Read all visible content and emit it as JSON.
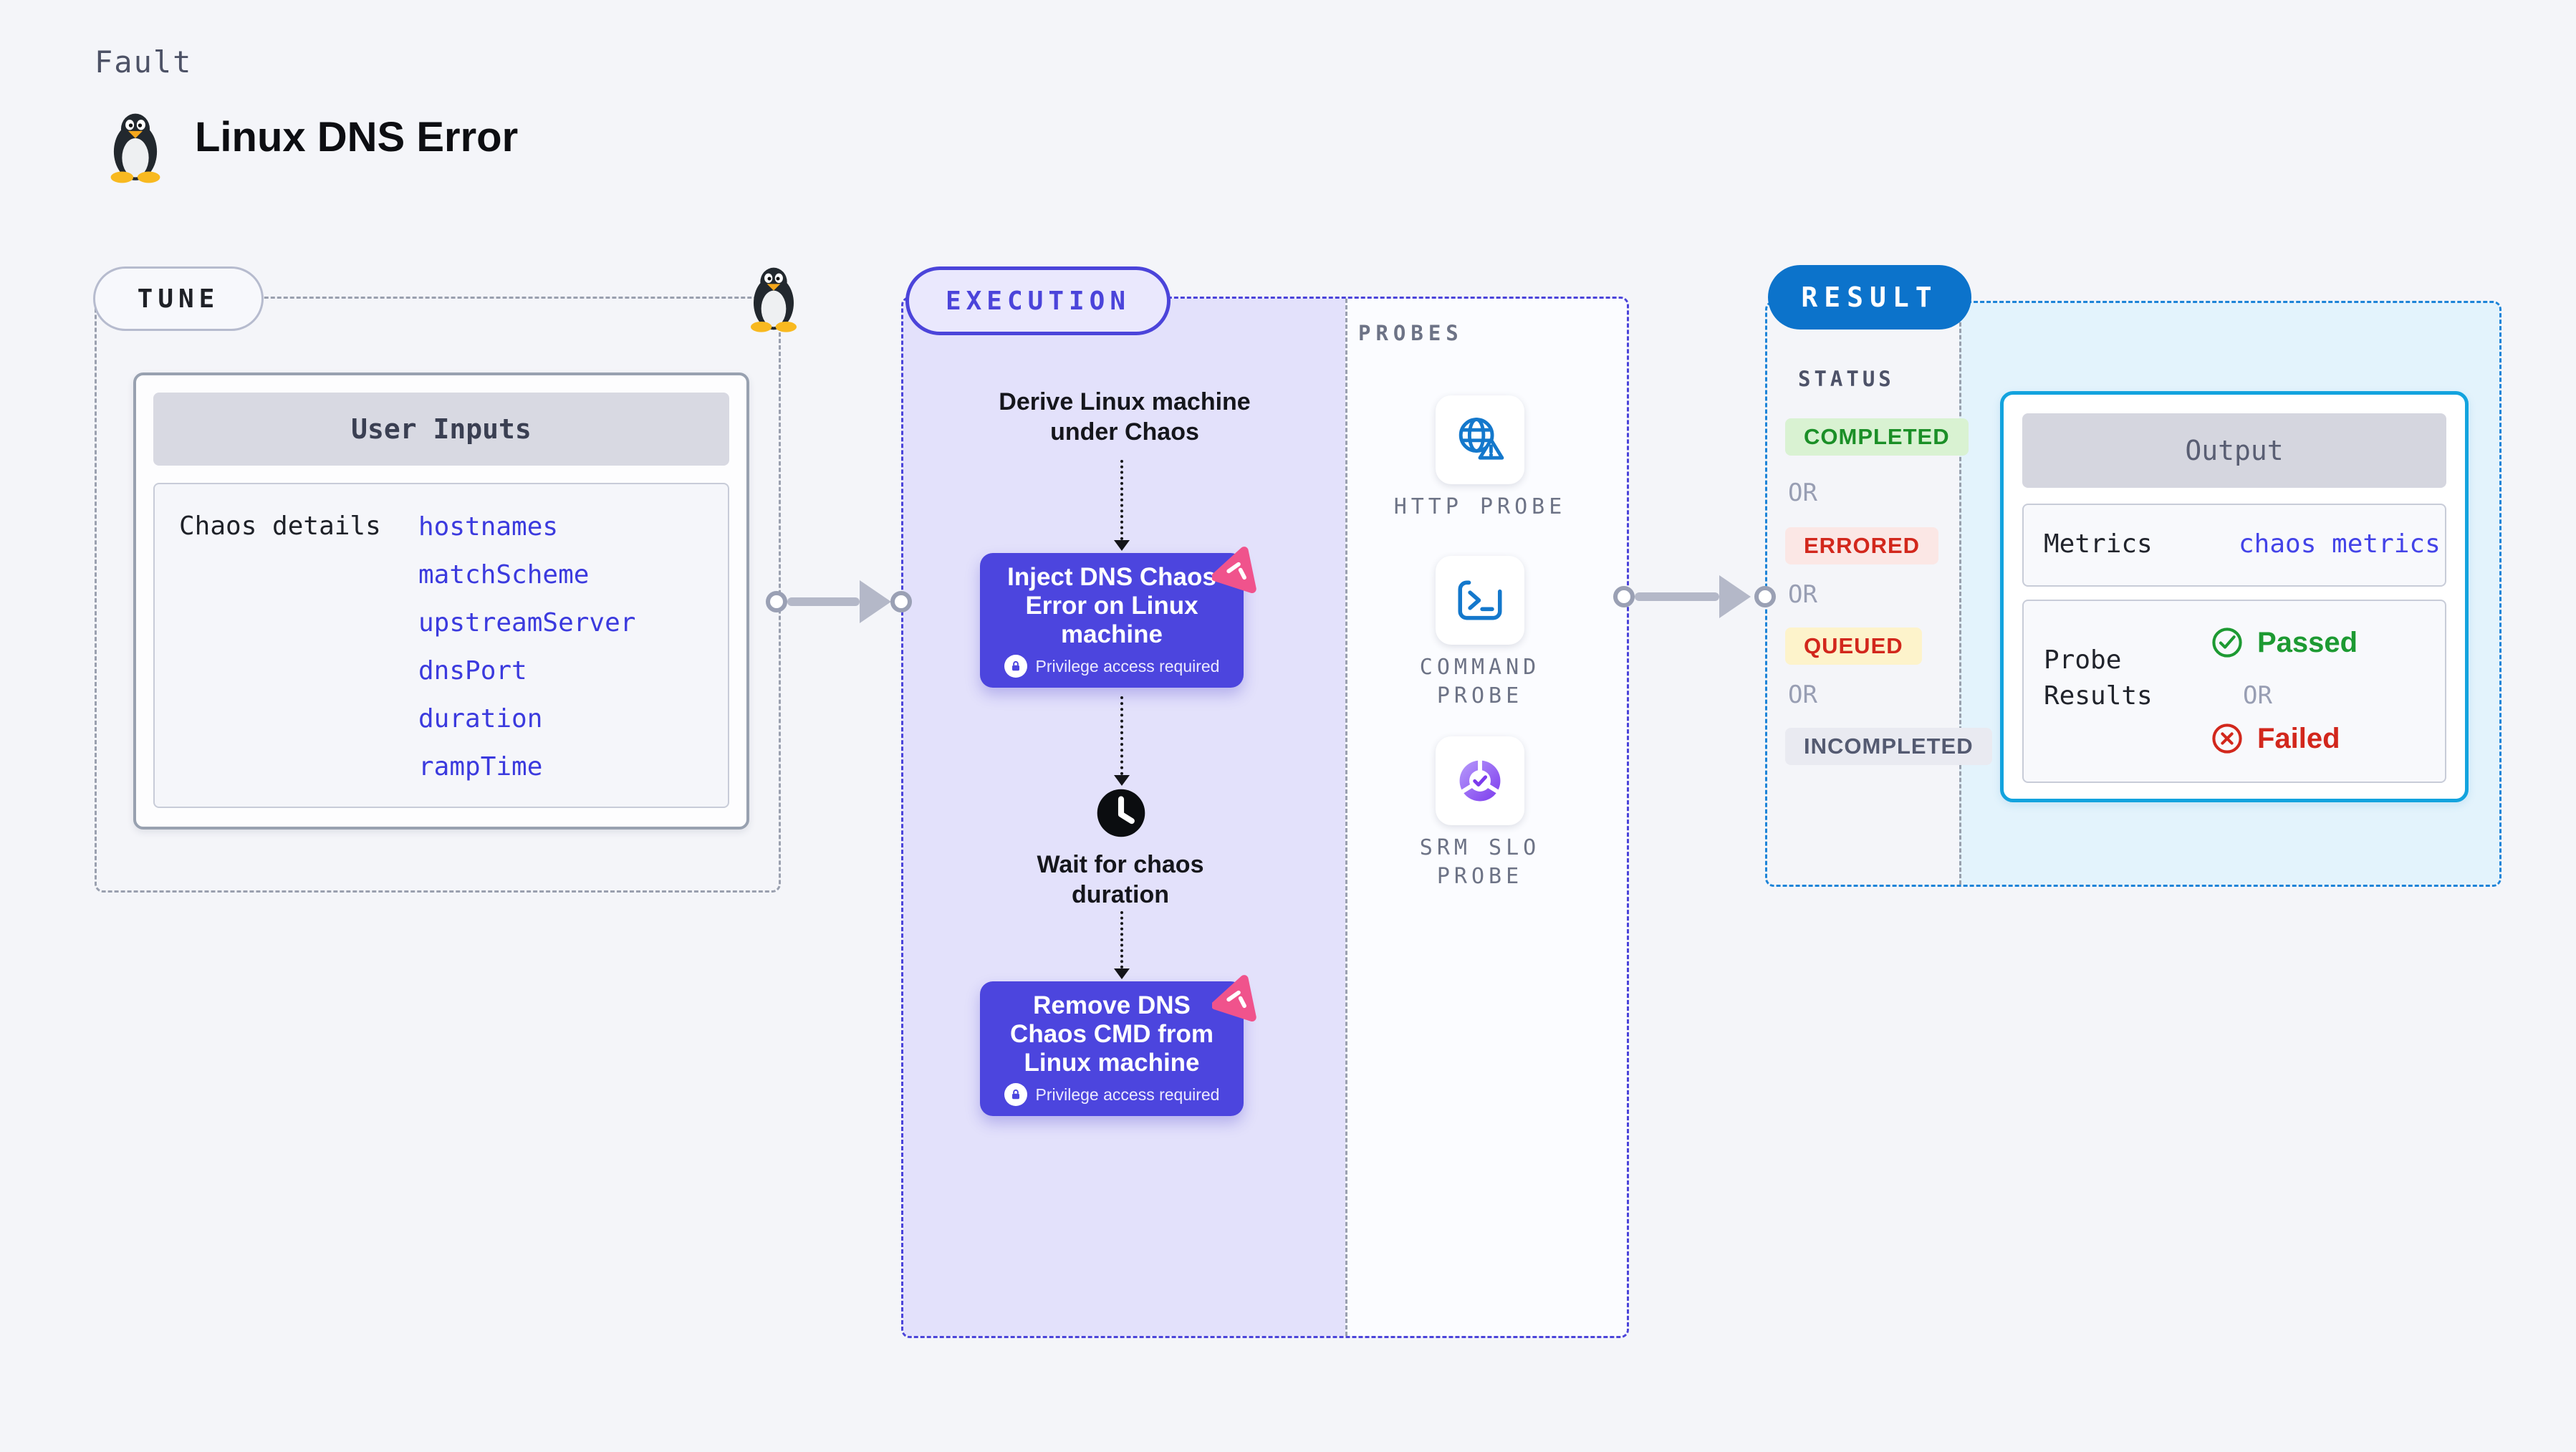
{
  "page": {
    "background": "#f4f5f9"
  },
  "header": {
    "kind_label": "Fault",
    "title": "Linux DNS Error"
  },
  "tune": {
    "pill": "TUNE",
    "card_header": "User Inputs",
    "row_label": "Chaos details",
    "inputs": [
      "hostnames",
      "matchScheme",
      "upstreamServer",
      "dnsPort",
      "duration",
      "rampTime"
    ]
  },
  "execution": {
    "pill": "EXECUTION",
    "derive_label": "Derive Linux machine under Chaos",
    "inject_label": "Inject DNS Chaos Error on Linux machine",
    "wait_label": "Wait for chaos duration",
    "remove_label": "Remove DNS Chaos CMD from Linux machine",
    "privilege_label": "Privilege access required"
  },
  "probes": {
    "section_label": "PROBES",
    "items": [
      {
        "label": "HTTP PROBE",
        "icon": "globe-alert-icon"
      },
      {
        "label": "COMMAND PROBE",
        "icon": "terminal-icon"
      },
      {
        "label": "SRM SLO PROBE",
        "icon": "slo-donut-icon"
      }
    ]
  },
  "result": {
    "pill": "RESULT",
    "status_label": "STATUS",
    "or_label": "OR",
    "statuses": [
      {
        "label": "COMPLETED",
        "text_color": "#1b8f27",
        "bg_color": "#d9f2d2"
      },
      {
        "label": "ERRORED",
        "text_color": "#d2271c",
        "bg_color": "#fbe7e5"
      },
      {
        "label": "QUEUED",
        "text_color": "#d2271c",
        "bg_color": "#fdf3cb"
      },
      {
        "label": "INCOMPLETED",
        "text_color": "#545a71",
        "bg_color": "#e9eaf1"
      }
    ],
    "output": {
      "header": "Output",
      "metrics_label": "Metrics",
      "metrics_value": "chaos metrics",
      "probe_results_label": "Probe Results",
      "passed_label": "Passed",
      "or_label": "OR",
      "failed_label": "Failed"
    }
  },
  "colors": {
    "node_bg": "#4c45de",
    "execution_accent": "#4b44da",
    "result_accent": "#0c73cb",
    "output_border": "#13a3de",
    "link_blue": "#3b3ade",
    "passed_green": "#1d9a32",
    "failed_red": "#d2271c",
    "arrow_grey": "#b4b8c8"
  }
}
